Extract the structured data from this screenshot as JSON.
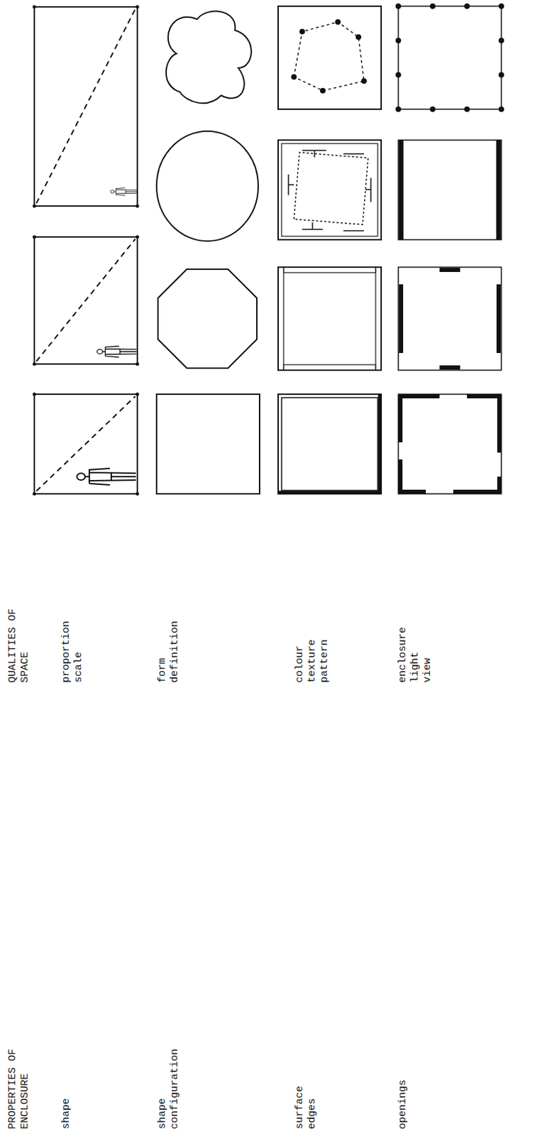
{
  "diagram": {
    "labels": [
      "PROPERTIES OF ENCLOSURE",
      "shape",
      "shape configuration",
      "surface edges",
      "openings",
      "QUALITIES OF SPACE",
      "proportion scale",
      "form definition",
      "colour texture pattern",
      "enclosure light view"
    ]
  }
}
